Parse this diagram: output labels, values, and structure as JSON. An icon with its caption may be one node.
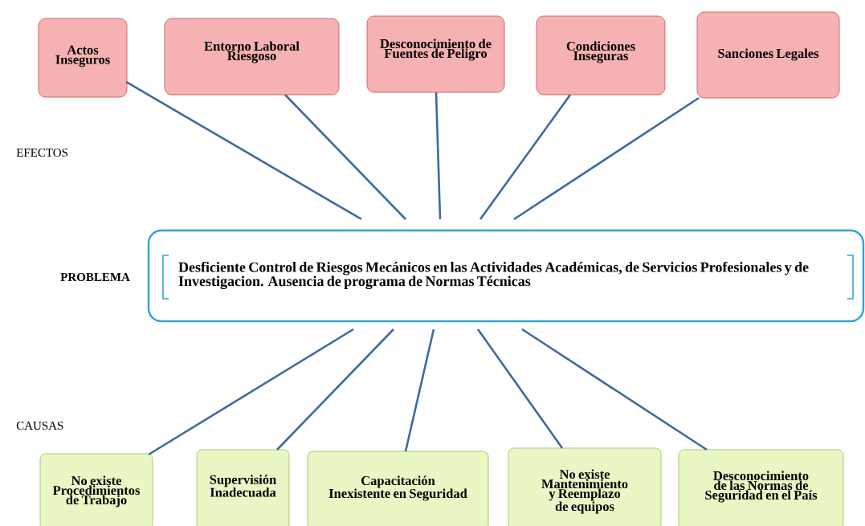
{
  "diagram": {
    "nodes": [
      {
        "text": [
          "Actos Inseguros"
        ]
      },
      {
        "text": [
          "Entorno Laboral Riesgoso"
        ]
      },
      {
        "text": [
          "Desconocimiento de Fuentes de Peligro"
        ]
      },
      {
        "text": [
          "Condiciones Inseguras"
        ]
      },
      {
        "text": [
          "Sanciones Legales"
        ]
      },
      {
        "text": [
          "Desficiente Control de Riesgos Mecánicos en las Actividades Académicas, de Servicios Profesionales y de Investigacion. Ausencia de programa de Normas Técnicas"
        ]
      },
      {
        "text": [
          "No existe Procedimientos de Trabajo"
        ]
      },
      {
        "text": [
          "Supervisión Inadecuada"
        ]
      },
      {
        "text": [
          "Capacitación Inexistente en Seguridad"
        ]
      },
      {
        "text": [
          "No existe Mantenimiento y Reemplazo de equipos"
        ]
      },
      {
        "text": [
          "Desconocimiento de las Normas de Seguridad en el País"
        ]
      }
    ],
    "edges": [
      {
        "from": 5,
        "to": 0,
        "arrow": "none"
      },
      {
        "from": 5,
        "to": 1,
        "arrow": "none"
      },
      {
        "from": 5,
        "to": 2,
        "arrow": "none"
      },
      {
        "from": 5,
        "to": 3,
        "arrow": "none"
      },
      {
        "from": 5,
        "to": 4,
        "arrow": "none"
      },
      {
        "from": 6,
        "to": 5,
        "arrow": "none"
      },
      {
        "from": 7,
        "to": 5,
        "arrow": "none"
      },
      {
        "from": 8,
        "to": 5,
        "arrow": "none"
      },
      {
        "from": 9,
        "to": 5,
        "arrow": "none"
      },
      {
        "from": 10,
        "to": 5,
        "arrow": "none"
      }
    ],
    "labels": [
      "EFECTOS",
      "PROBLEMA",
      "CAUSAS"
    ]
  }
}
